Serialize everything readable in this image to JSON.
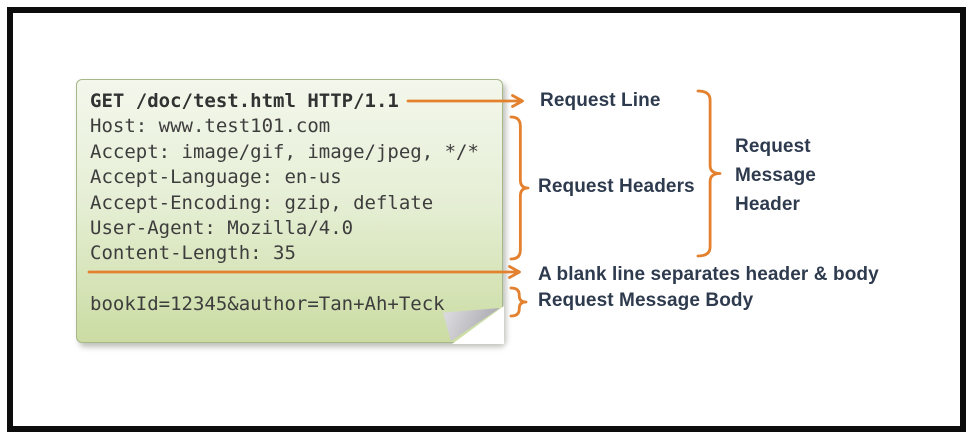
{
  "note": {
    "request_line": "GET /doc/test.html HTTP/1.1",
    "headers": [
      "Host: www.test101.com",
      "Accept: image/gif, image/jpeg, */*",
      "Accept-Language: en-us",
      "Accept-Encoding: gzip, deflate",
      "User-Agent: Mozilla/4.0",
      "Content-Length: 35"
    ],
    "body": "bookId=12345&author=Tan+Ah+Teck"
  },
  "labels": {
    "request_line": "Request Line",
    "request_headers": "Request Headers",
    "request_message_header": [
      "Request",
      "Message",
      "Header"
    ],
    "blank_line": "A blank line separates header & body",
    "request_message_body": "Request Message Body"
  },
  "colors": {
    "accent_orange": "#E3812F",
    "label_text": "#2E3B4E",
    "note_text": "#3D3D3D",
    "note_bg_top": "#F3F7EC",
    "note_bg_bottom": "#CBDCA3",
    "note_border": "#A6B789",
    "frame_border": "#0C0C0C"
  },
  "icons": {
    "arrow_right": "arrow-right-icon",
    "curly_brace": "curly-brace-icon",
    "folded_corner": "folded-corner-icon"
  }
}
